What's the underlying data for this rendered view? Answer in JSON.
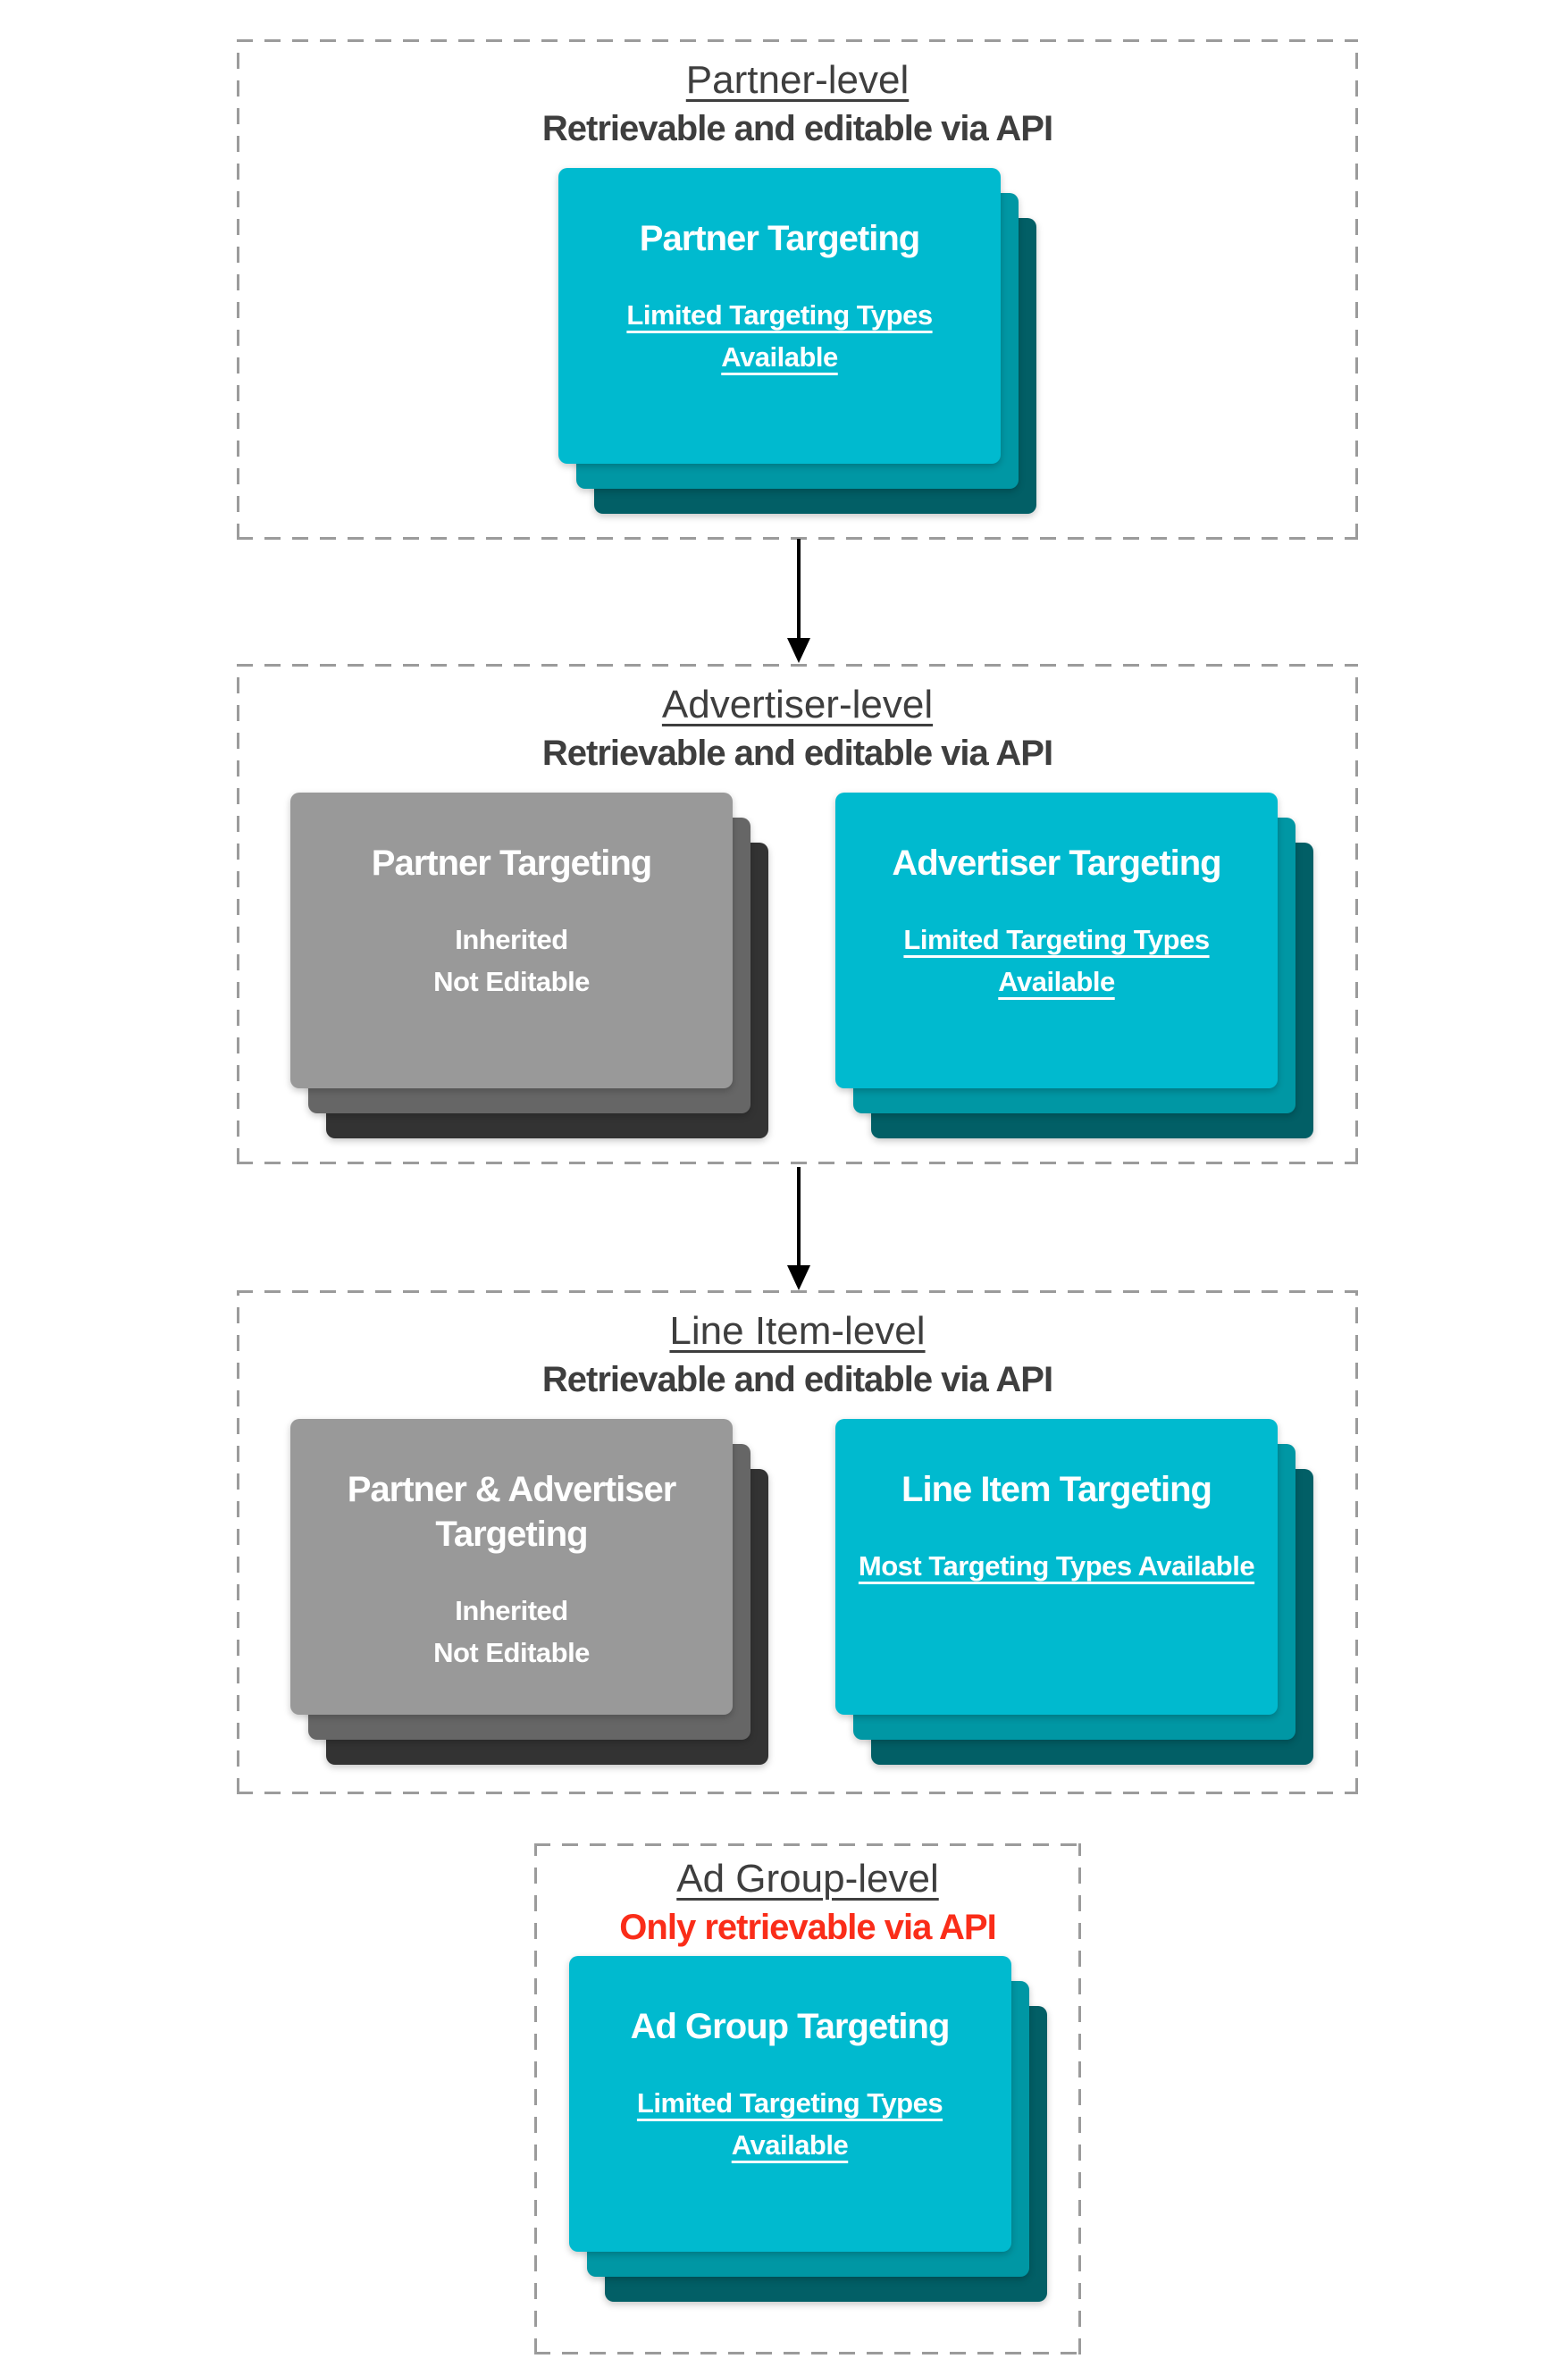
{
  "palette": {
    "teal_card_front": "#00BACF",
    "teal_card_middle": "#0097A4",
    "teal_card_back": "#025F66",
    "gray_card_front": "#999999",
    "gray_card_middle": "#666666",
    "gray_card_back": "#333333",
    "heading_text": "#3E3E3E",
    "alert_text": "#FA2D19",
    "card_text": "#FFFFFF",
    "dashed_border": "#9B9B9B",
    "arrow": "#000000",
    "page_bg": "#FFFFFF"
  },
  "sections": [
    {
      "title": "Partner-level",
      "subtitle": "Retrievable and editable via API",
      "subtitle_style": "normal",
      "cards": [
        {
          "variant": "teal",
          "title": "Partner Targeting",
          "body": [
            "Limited Targeting Types Available"
          ],
          "body_underlined": true
        }
      ]
    },
    {
      "title": "Advertiser-level",
      "subtitle": "Retrievable and editable via API",
      "subtitle_style": "normal",
      "cards": [
        {
          "variant": "gray",
          "title": "Partner Targeting",
          "body": [
            "Inherited",
            "Not Editable"
          ],
          "body_underlined": false
        },
        {
          "variant": "teal",
          "title": "Advertiser Targeting",
          "body": [
            "Limited Targeting Types Available"
          ],
          "body_underlined": true
        }
      ]
    },
    {
      "title": "Line Item-level",
      "subtitle": "Retrievable and editable via API",
      "subtitle_style": "normal",
      "cards": [
        {
          "variant": "gray",
          "title": "Partner & Advertiser Targeting",
          "body": [
            "Inherited",
            "Not Editable"
          ],
          "body_underlined": false
        },
        {
          "variant": "teal",
          "title": "Line Item Targeting",
          "body": [
            "Most Targeting Types Available"
          ],
          "body_underlined": true
        }
      ]
    },
    {
      "title": "Ad Group-level",
      "subtitle": "Only retrievable via API",
      "subtitle_style": "alert",
      "cards": [
        {
          "variant": "teal",
          "title": "Ad Group Targeting",
          "body": [
            "Limited Targeting Types Available"
          ],
          "body_underlined": true
        }
      ]
    }
  ]
}
